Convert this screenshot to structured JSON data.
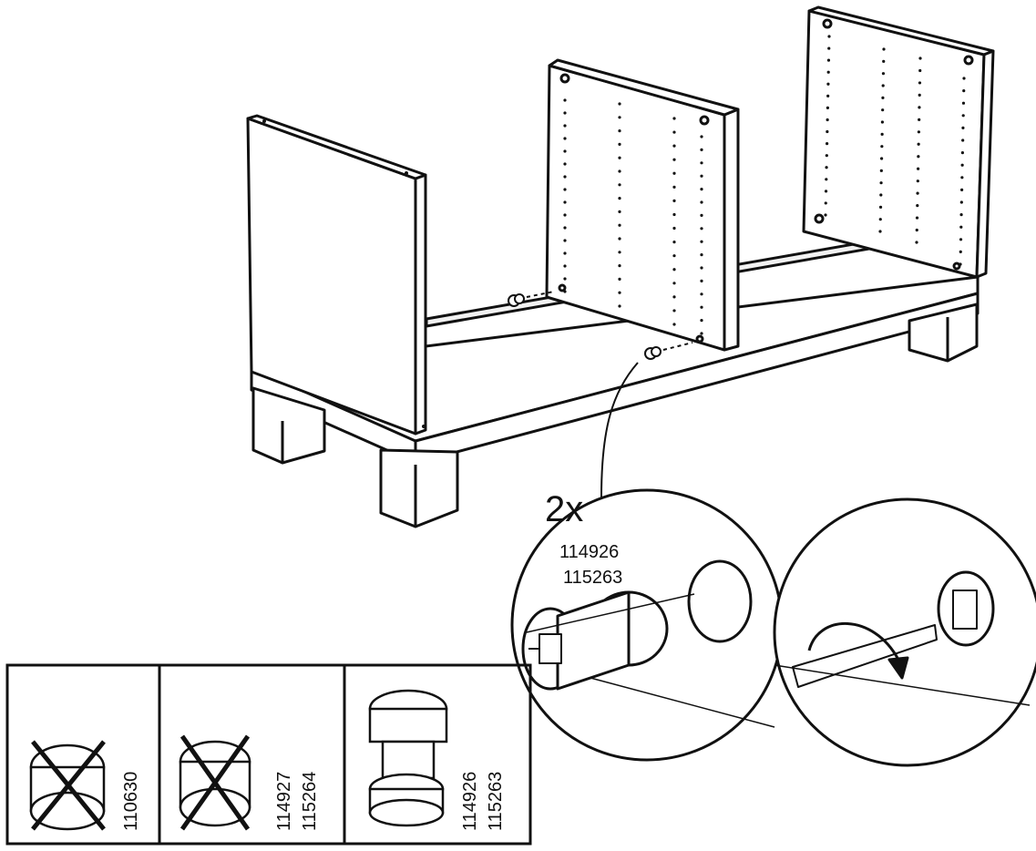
{
  "step": {
    "quantity_label": "2x",
    "cam_part_numbers": [
      "114926",
      "115263"
    ]
  },
  "comparison": {
    "items": [
      {
        "codes": [
          "110630"
        ],
        "status": "wrong"
      },
      {
        "codes": [
          "114927",
          "115264"
        ],
        "status": "wrong"
      },
      {
        "codes": [
          "114926",
          "115263"
        ],
        "status": "correct"
      }
    ]
  },
  "colors": {
    "line": "#111111",
    "fill": "#ffffff",
    "shade": "#e8e8e8"
  }
}
